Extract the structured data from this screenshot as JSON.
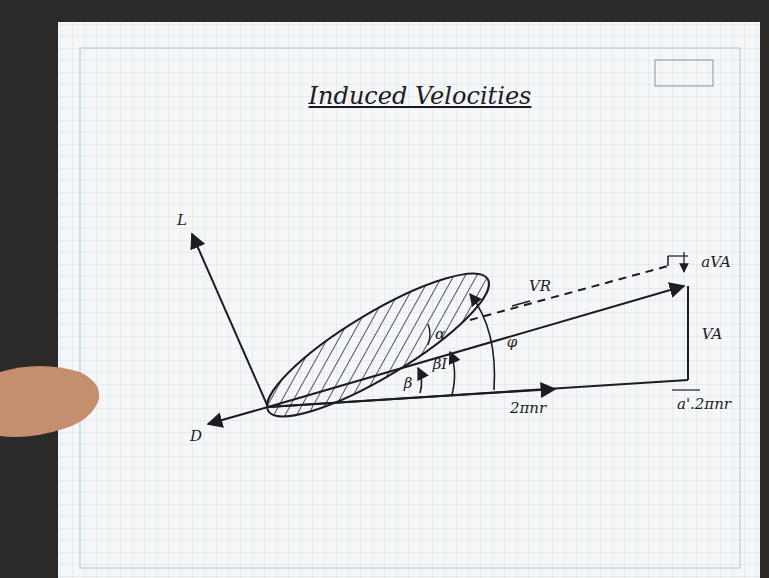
{
  "diagram": {
    "title": "Induced Velocities",
    "labels": [
      "L",
      "D",
      "α",
      "β",
      "βI",
      "φ",
      "VR",
      "aVA",
      "VA",
      "2πnr",
      "a'.2πnr"
    ]
  }
}
